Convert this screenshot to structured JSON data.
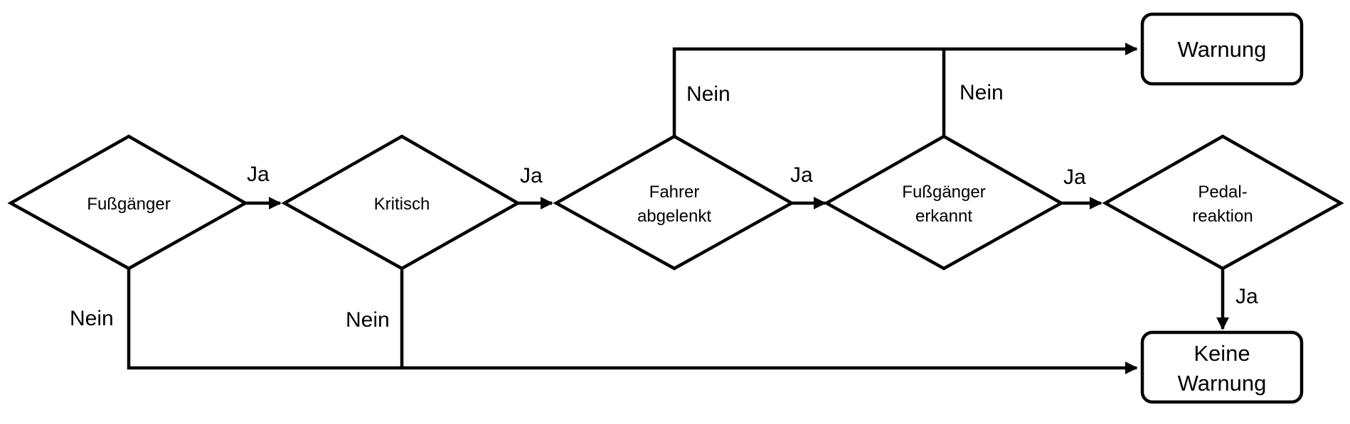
{
  "diagram": {
    "nodes": {
      "fussgaenger": {
        "lines": [
          "Fußgänger"
        ]
      },
      "kritisch": {
        "lines": [
          "Kritisch"
        ]
      },
      "fahrer_abgelenkt": {
        "lines": [
          "Fahrer",
          "abgelenkt"
        ]
      },
      "fussgaenger_erkannt": {
        "lines": [
          "Fußgänger",
          "erkannt"
        ]
      },
      "pedalreaktion": {
        "lines": [
          "Pedal-",
          "reaktion"
        ]
      },
      "warnung": {
        "lines": [
          "Warnung"
        ]
      },
      "keine_warnung": {
        "lines": [
          "Keine",
          "Warnung"
        ]
      }
    },
    "edges": {
      "e1_ja": "Ja",
      "e2_ja": "Ja",
      "e3_ja": "Ja",
      "e4_ja": "Ja",
      "e5_ja": "Ja",
      "n1_nein": "Nein",
      "n2_nein": "Nein",
      "n3_nein": "Nein",
      "n4_nein": "Nein"
    }
  }
}
